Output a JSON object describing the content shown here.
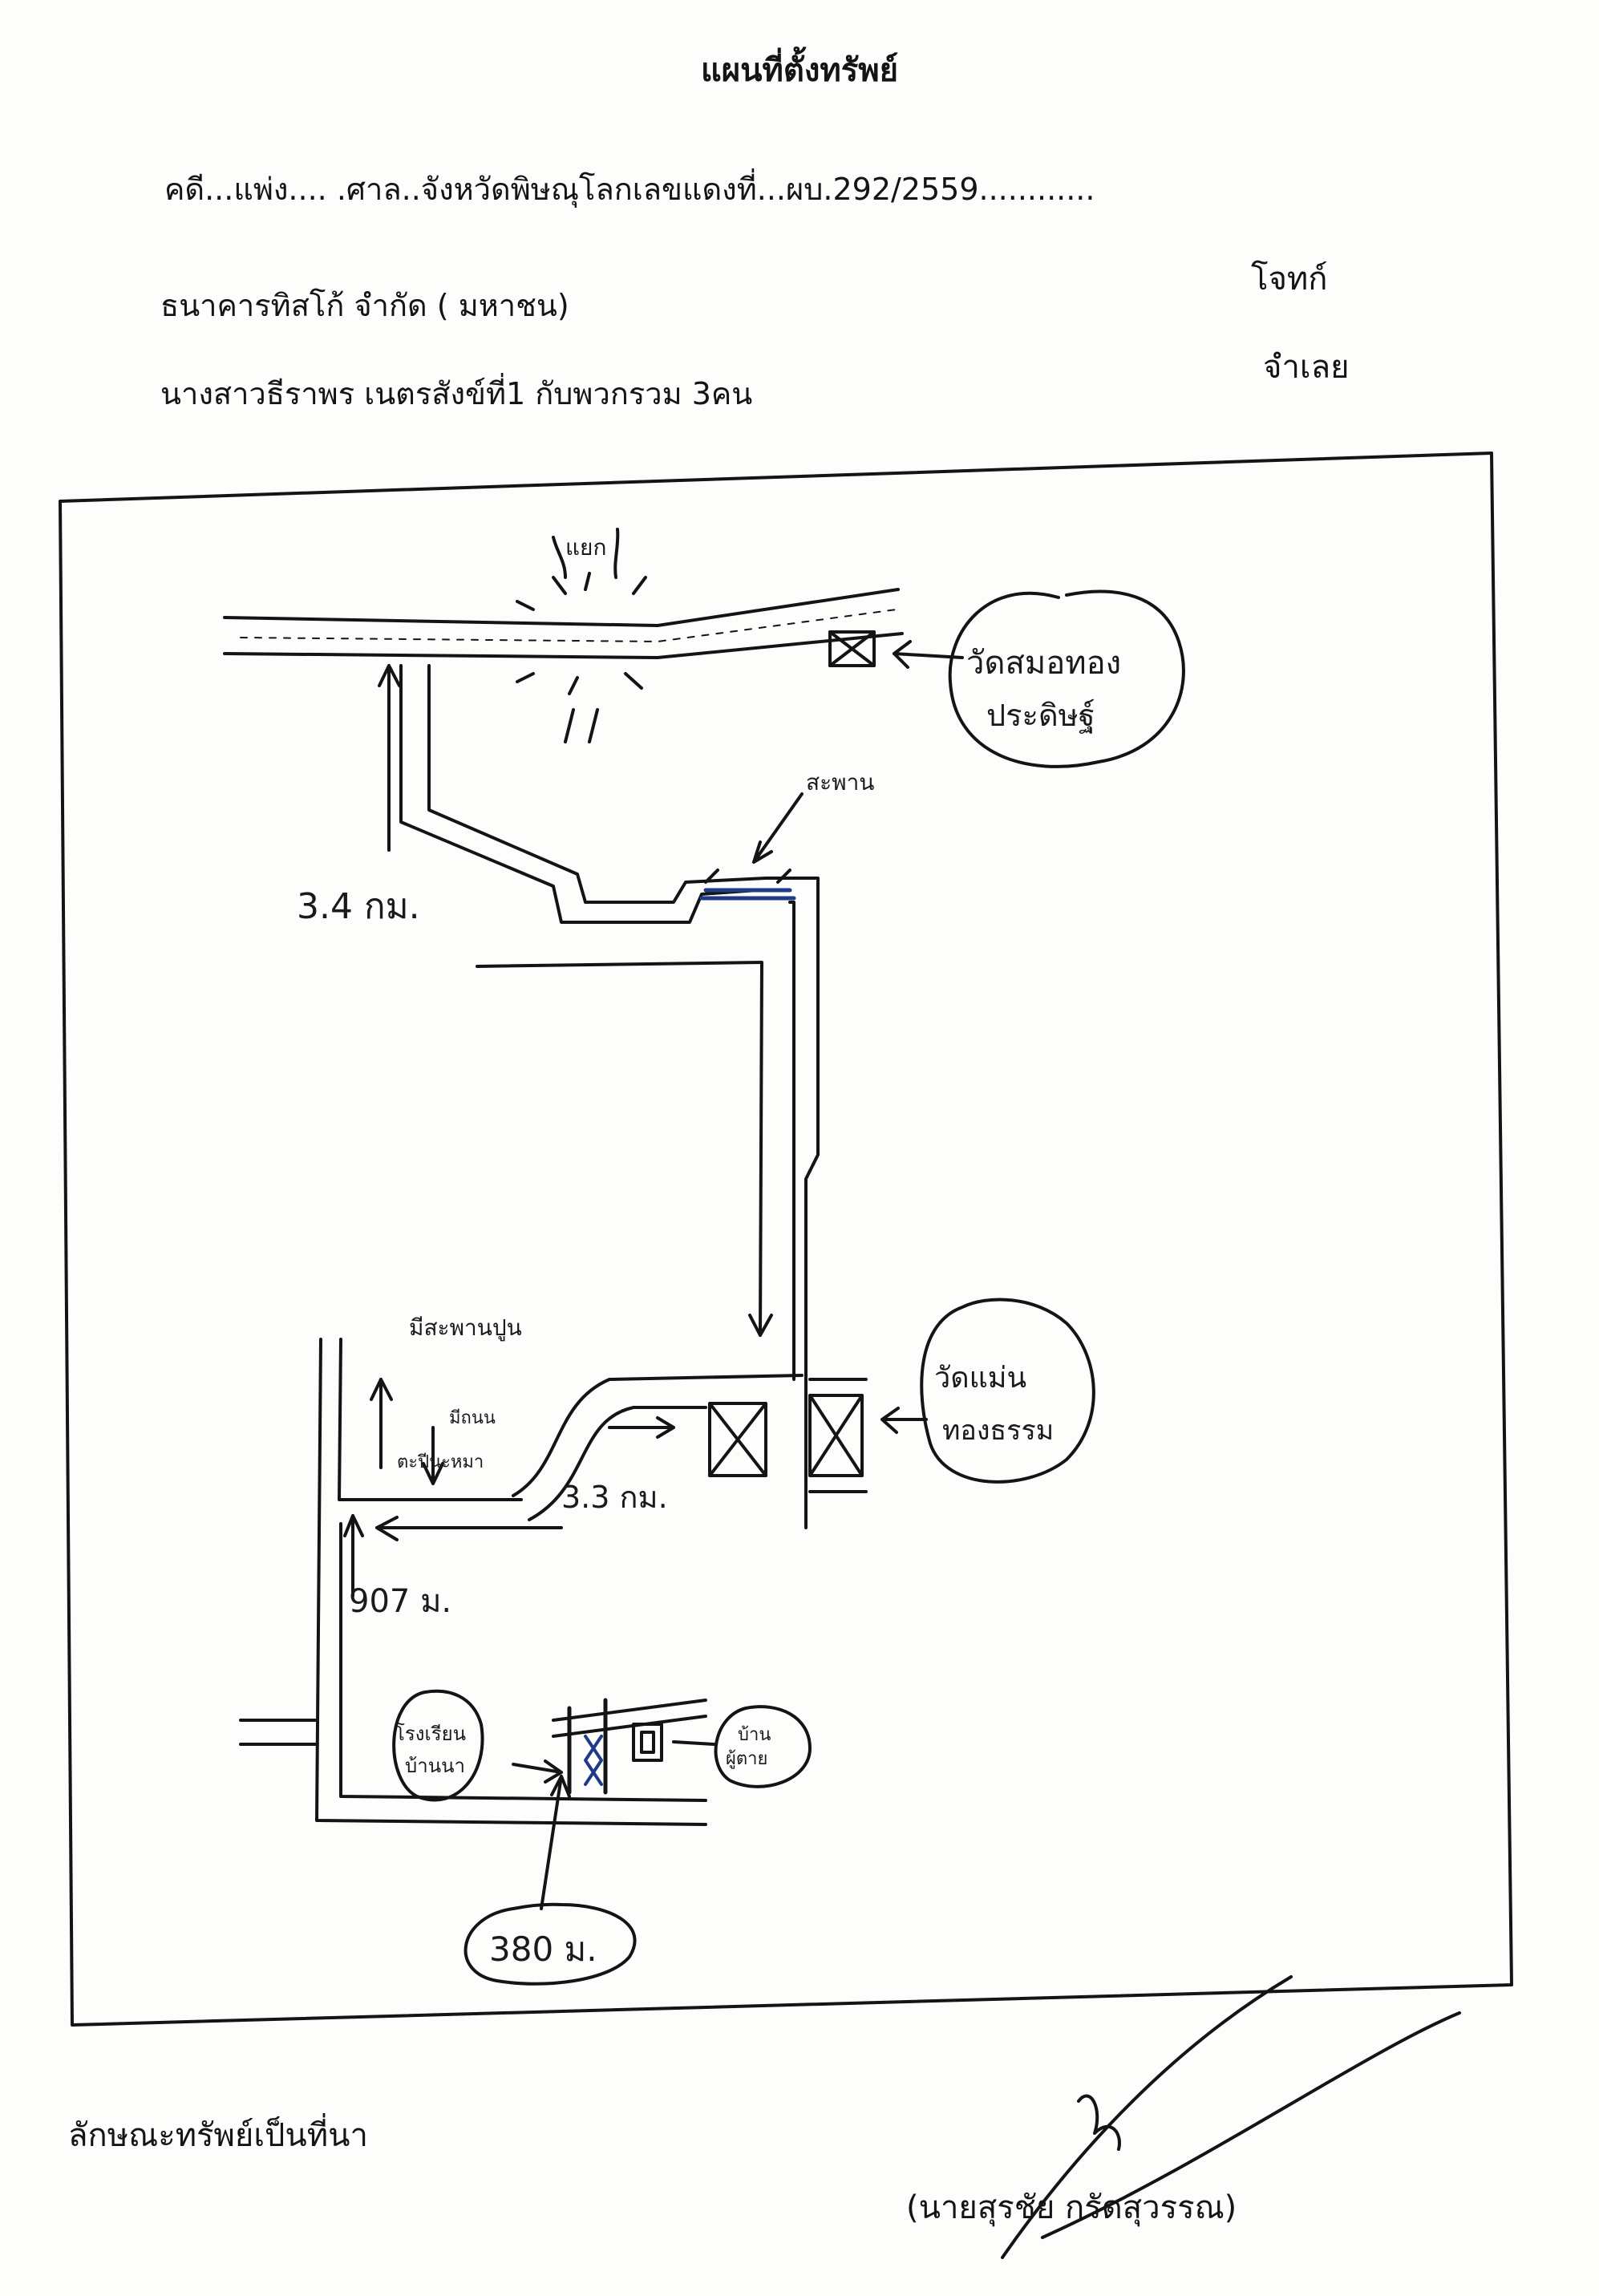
{
  "document": {
    "title": "แผนที่ตั้งทรัพย์",
    "case_line": "คดี...แพ่ง.... .ศาล..จังหวัดพิษณุโลกเลขแดงที่...ผบ.292/2559............",
    "plaintiff": "ธนาคารทิสโก้ จำกัด ( มหาชน)",
    "plaintiff_role": "โจทก์",
    "defendant": "นางสาวธีราพร เนตรสังข์ที่1 กับพวกรวม 3คน",
    "defendant_role": "จำเลย",
    "property_note": "ลักษณะทรัพย์เป็นที่นา",
    "signer": "(นายสุรชัย กรัดสุวรรณ)"
  },
  "map": {
    "label_top_junction": "แยก",
    "label_temple_top": "วัดสมอทอง",
    "label_temple_top_2": "ประดิษฐ์",
    "label_bridge": "สะพาน",
    "label_distance_1": "3.4 กม.",
    "label_distance_2": "3.3 กม.",
    "label_distance_3": "907 ม.",
    "label_distance_4": "380 ม.",
    "label_temple_mid": "วัดแม่น",
    "label_temple_mid_2": "ทองธรรม",
    "label_side_road": "มีสะพานปูน",
    "label_side_road_2": "มีถนน",
    "label_side_road_3": "ตะปีนะหมา",
    "label_bottom_left": "โรงเรียน",
    "label_bottom_left_2": "บ้านนา",
    "label_bottom_right": "บ้าน",
    "label_bottom_right_2": "ผู้ตาย",
    "ink_color": "#141414",
    "blue_ink_color": "#1f3a8a"
  }
}
